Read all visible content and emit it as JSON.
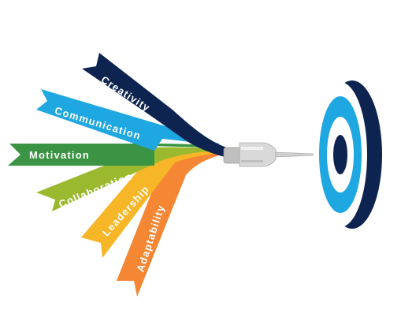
{
  "ribbons": [
    {
      "key": "creativity",
      "label": "Creativity",
      "color": "#0d2350"
    },
    {
      "key": "communication",
      "label": "Communication",
      "color": "#1ea7e1"
    },
    {
      "key": "motivation",
      "label": "Motivation",
      "color": "#3a9443"
    },
    {
      "key": "collaboration",
      "label": "Collaboration",
      "color": "#9bb92f"
    },
    {
      "key": "leadership",
      "label": "Leadership",
      "color": "#f6b627"
    },
    {
      "key": "adaptability",
      "label": "Adaptability",
      "color": "#f58634"
    }
  ],
  "dart": {
    "icon": "dart-icon",
    "barrel_color": "#d9d9d9",
    "tip_color": "#cfcfcf"
  },
  "target": {
    "icon": "target-icon",
    "ring_colors": [
      "#ffffff",
      "#1ea7e1",
      "#ffffff",
      "#0d2350"
    ],
    "side_color": "#0d2350"
  }
}
